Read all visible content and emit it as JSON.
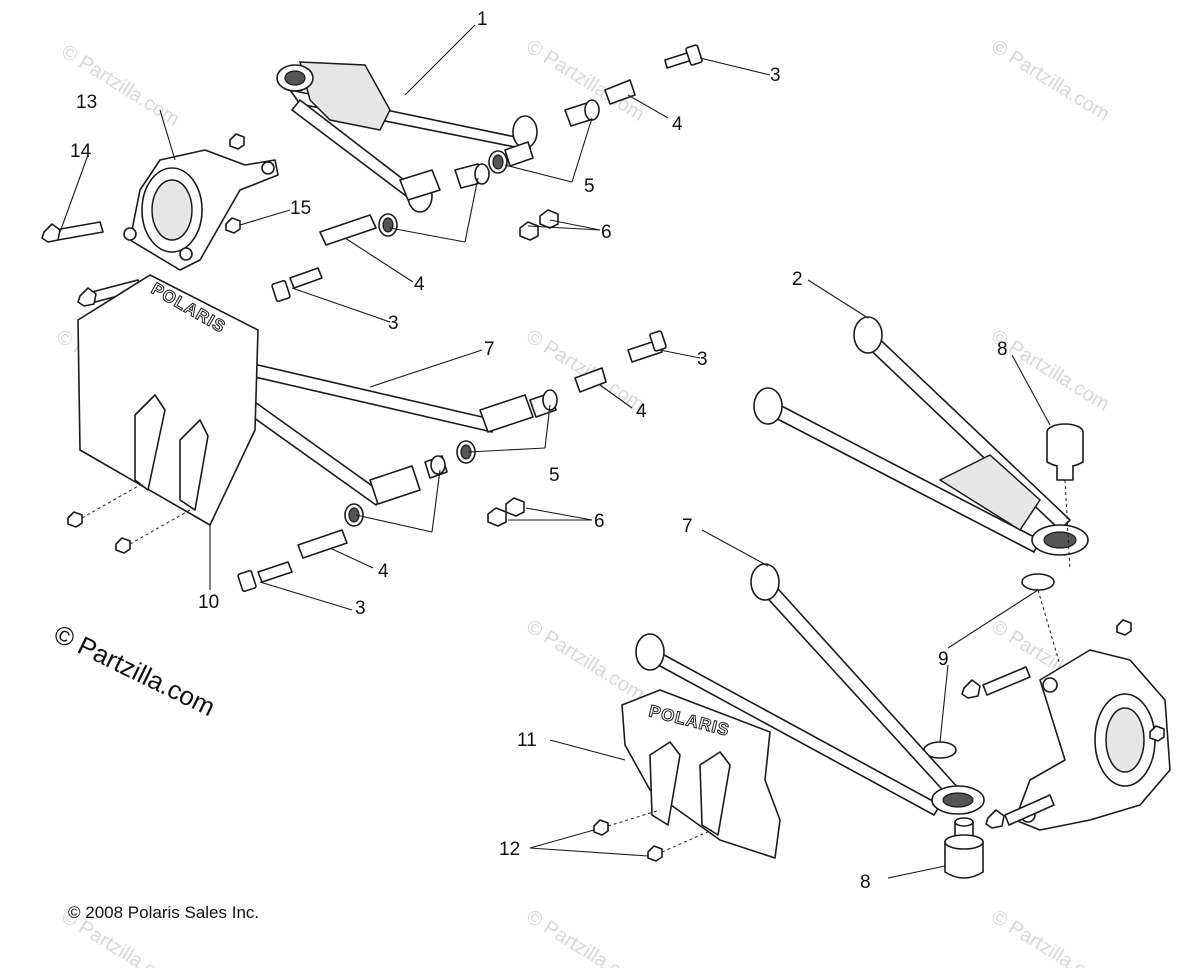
{
  "diagram": {
    "callouts": [
      {
        "id": "c1",
        "label": "1"
      },
      {
        "id": "c2",
        "label": "2"
      },
      {
        "id": "c3a",
        "label": "3"
      },
      {
        "id": "c3b",
        "label": "3"
      },
      {
        "id": "c3c",
        "label": "3"
      },
      {
        "id": "c3d",
        "label": "3"
      },
      {
        "id": "c4a",
        "label": "4"
      },
      {
        "id": "c4b",
        "label": "4"
      },
      {
        "id": "c4c",
        "label": "4"
      },
      {
        "id": "c4d",
        "label": "4"
      },
      {
        "id": "c5a",
        "label": "5"
      },
      {
        "id": "c5b",
        "label": "5"
      },
      {
        "id": "c6a",
        "label": "6"
      },
      {
        "id": "c6b",
        "label": "6"
      },
      {
        "id": "c7a",
        "label": "7"
      },
      {
        "id": "c7b",
        "label": "7"
      },
      {
        "id": "c8a",
        "label": "8"
      },
      {
        "id": "c8b",
        "label": "8"
      },
      {
        "id": "c9",
        "label": "9"
      },
      {
        "id": "c10",
        "label": "10"
      },
      {
        "id": "c11",
        "label": "11"
      },
      {
        "id": "c12",
        "label": "12"
      },
      {
        "id": "c13",
        "label": "13"
      },
      {
        "id": "c14",
        "label": "14"
      },
      {
        "id": "c15",
        "label": "15"
      }
    ],
    "brand_text": "POLARIS",
    "watermark_small": "© Partzilla.com",
    "watermark_large": "© Partzilla.com",
    "copyright": "© 2008 Polaris Sales Inc."
  }
}
